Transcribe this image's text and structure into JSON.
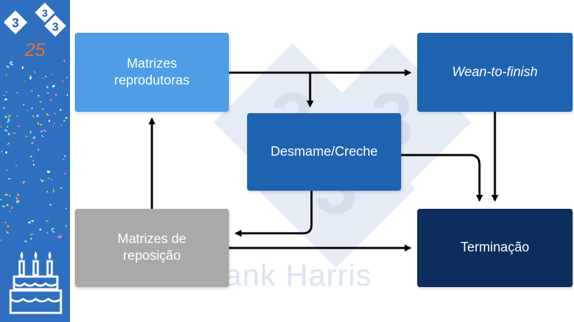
{
  "diagram": {
    "nodes": {
      "matrizes": "Matrizes reprodutoras",
      "wean": "Wean-to-finish",
      "desmame": "Desmame/Creche",
      "reposicao": "Matrizes de reposição",
      "terminacao": "Terminação"
    },
    "edges": [
      {
        "from": "matrizes",
        "to": "wean"
      },
      {
        "from": "matrizes",
        "to": "desmame"
      },
      {
        "from": "desmame",
        "to": "terminacao"
      },
      {
        "from": "desmame",
        "to": "reposicao"
      },
      {
        "from": "wean",
        "to": "terminacao"
      },
      {
        "from": "reposicao",
        "to": "matrizes"
      },
      {
        "from": "reposicao",
        "to": "terminacao"
      }
    ]
  },
  "watermark": {
    "text": "Hank Harris",
    "logo_digits": [
      "3",
      "3",
      "3"
    ]
  },
  "sidebar": {
    "logo_digits": [
      "3",
      "3",
      "3"
    ],
    "anniversary": "25"
  },
  "colors": {
    "sidebar": "#2e6fc0",
    "matrizes": "#4e9de6",
    "wean": "#1e63b0",
    "desmame": "#1e63b0",
    "reposicao": "#a9a9a9",
    "terminacao": "#0d2d5c",
    "arrow": "#000000",
    "accent_orange": "#e8742a"
  }
}
